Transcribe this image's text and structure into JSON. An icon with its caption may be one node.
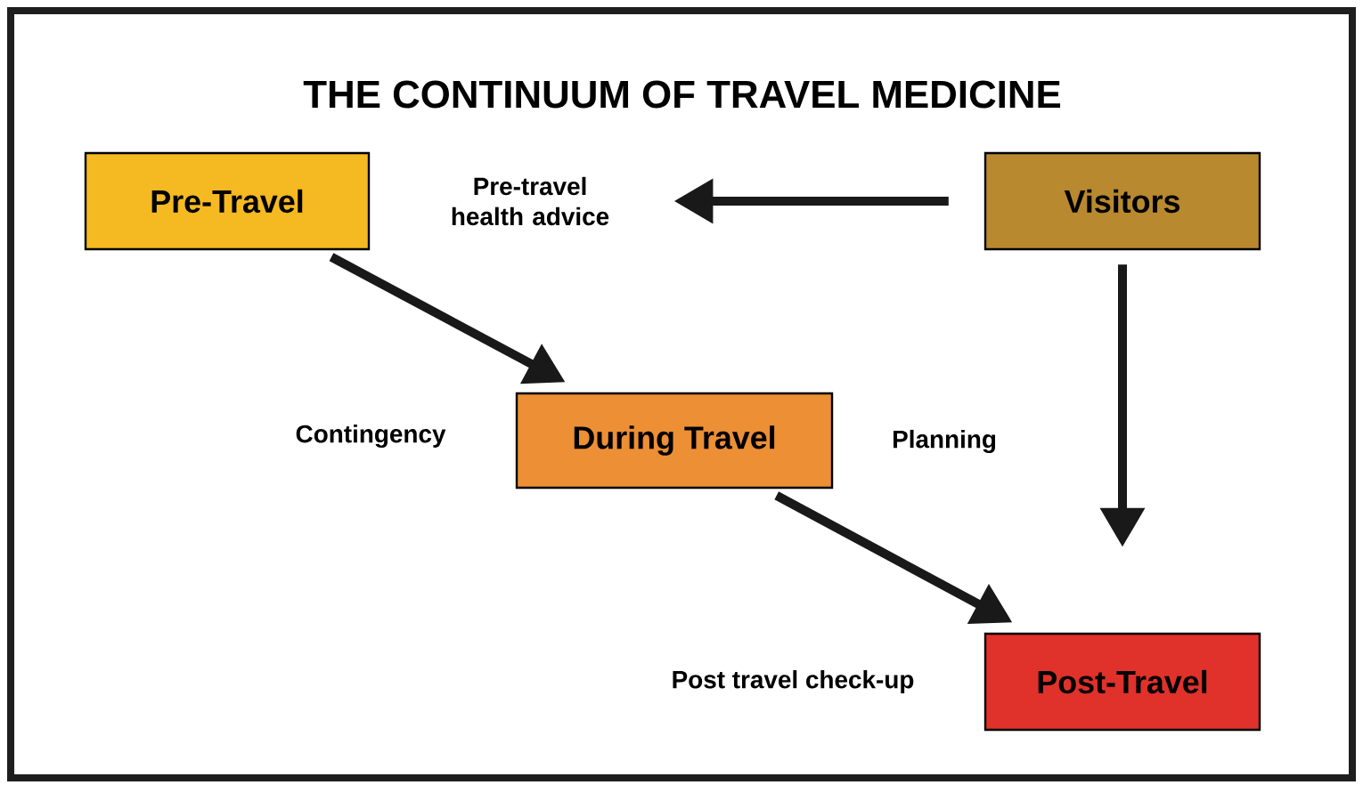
{
  "diagram": {
    "title": "THE CONTINUUM OF TRAVEL MEDICINE",
    "nodes": [
      {
        "text": [
          "Pre-Travel"
        ]
      },
      {
        "text": [
          "Pre-travel health advice"
        ]
      },
      {
        "text": [
          "Visitors"
        ]
      },
      {
        "text": [
          "During Travel"
        ]
      },
      {
        "text": [
          "Post-Travel"
        ]
      }
    ],
    "edges": [
      {
        "from": 2,
        "to": 1,
        "arrow": "to"
      },
      {
        "from": 0,
        "to": 3,
        "arrow": "to"
      },
      {
        "from": 3,
        "to": 4,
        "arrow": "to"
      },
      {
        "from": 2,
        "to": 4,
        "arrow": "to"
      }
    ],
    "labels": [
      "Contingency",
      "Planning",
      "Post travel check-up"
    ]
  }
}
